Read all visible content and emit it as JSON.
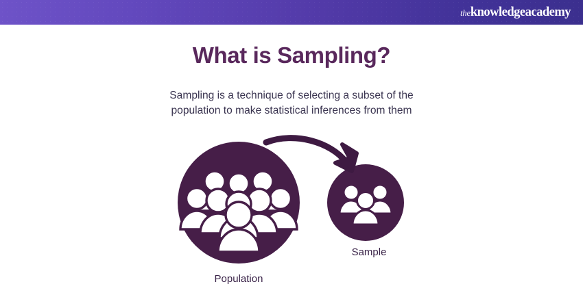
{
  "header": {
    "logo_prefix": "the",
    "logo_name": "knowledgeacademy",
    "gradient_from": "#6E53C8",
    "gradient_to": "#3B2F8E"
  },
  "content": {
    "title": "What is Sampling?",
    "subtitle": "Sampling is a technique of selecting a subset of the population to make statistical inferences from them",
    "title_color": "#59285C",
    "subtitle_color": "#3A3450"
  },
  "diagram": {
    "population_label": "Population",
    "sample_label": "Sample",
    "circle_color": "#461E48",
    "figure_color": "#FFFFFF",
    "arrow_color": "#3E1A42",
    "population_people_count": 9,
    "sample_people_count": 3,
    "arrow_direction": "population-to-sample"
  }
}
